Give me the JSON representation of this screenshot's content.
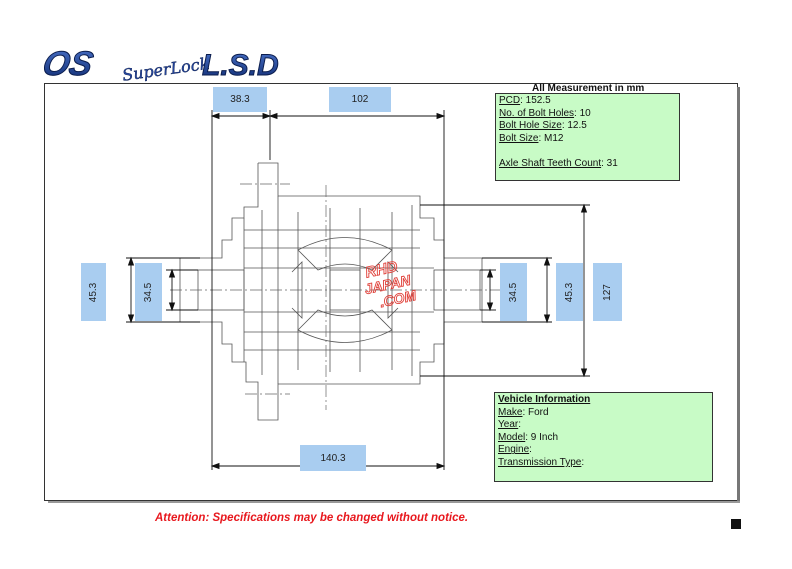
{
  "logo": {
    "os": "OS",
    "super_lock": "SuperLock",
    "lsd": "L.S.D"
  },
  "measurement_title": "All Measurement in mm",
  "spec": {
    "pcd_label": "PCD",
    "pcd_value": ": 152.5",
    "bolt_holes_label": "No. of Bolt Holes",
    "bolt_holes_value": ": 10",
    "bolt_hole_size_label": "Bolt Hole Size",
    "bolt_hole_size_value": ": 12.5",
    "bolt_size_label": "Bolt Size",
    "bolt_size_value": ": M12",
    "teeth_label": "Axle Shaft Teeth Count",
    "teeth_value": ": 31"
  },
  "dimensions": {
    "top_left": "38.3",
    "top_right": "102",
    "bottom": "140.3",
    "left_outer": "45.3",
    "left_inner": "34.5",
    "right_inner": "34.5",
    "right_mid": "45.3",
    "right_outer": "127"
  },
  "vehicle": {
    "title": "Vehicle Information",
    "make_label": "Make",
    "make_value": ": Ford",
    "year_label": "Year",
    "year_value": ":",
    "model_label": "Model",
    "model_value": ": 9 Inch",
    "engine_label": "Engine",
    "engine_value": ":",
    "transmission_label": "Transmission Type",
    "transmission_value": ":"
  },
  "watermark": {
    "line1": "RHD",
    "line2": "JAPAN",
    "line3": ".COM"
  },
  "attention": "Attention: Specifications may be changed without notice.",
  "colors": {
    "dim_box": "#a9cdf0",
    "info_box": "#c8fbc6",
    "attention": "#e8181e",
    "logo_blue": "#1a3d8f",
    "watermark": "#e0413a"
  }
}
